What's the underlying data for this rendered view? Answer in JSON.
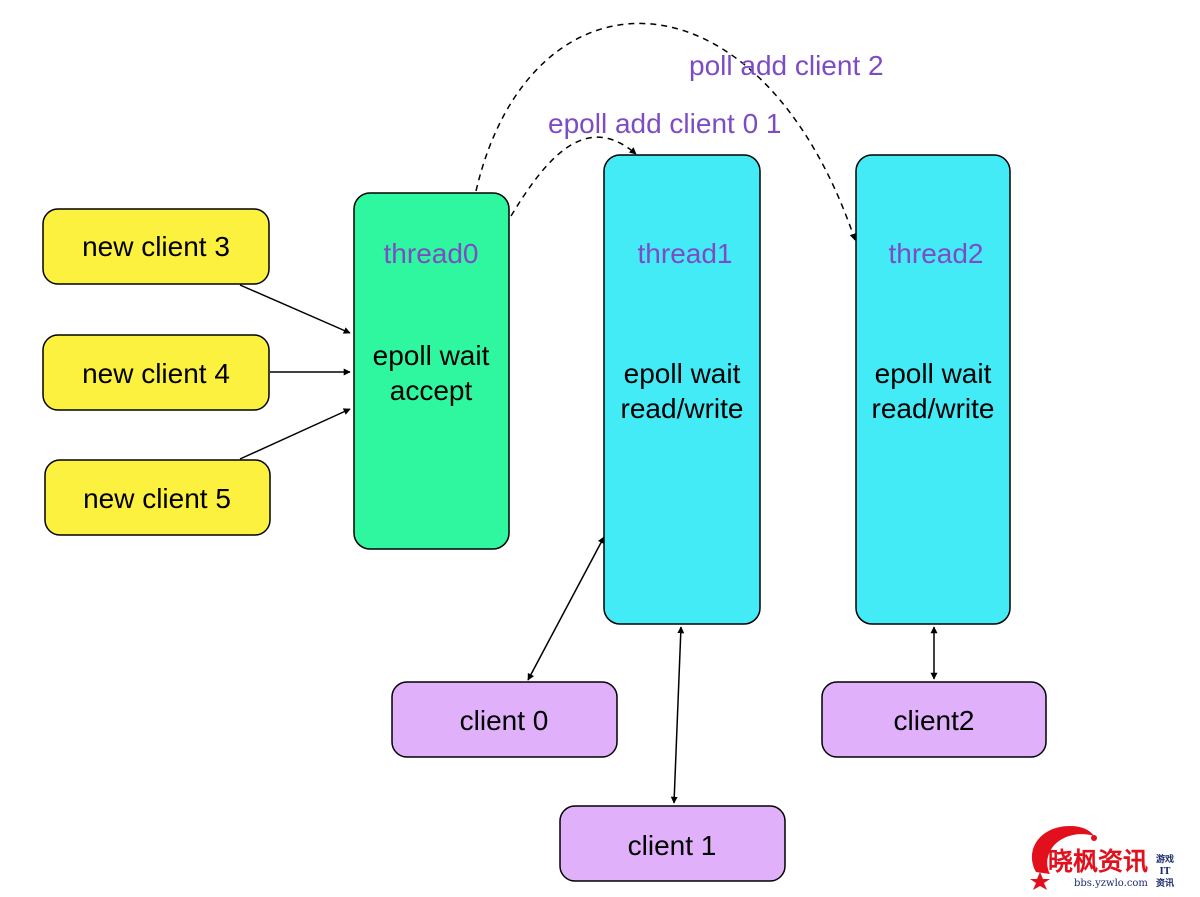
{
  "colors": {
    "new_client_fill": "#fdf13f",
    "accept_thread_fill": "#2ef7a0",
    "worker_thread_fill": "#43ebf7",
    "client_fill": "#e0b0fa",
    "thread_title_text": "#7d4cc4",
    "edge_label_text": "#7d4cc4",
    "stroke": "#000000",
    "watermark_red": "#e2101c",
    "watermark_navy": "#1b2a6b"
  },
  "new_clients": [
    {
      "id": "new-client-3",
      "label": "new client 3"
    },
    {
      "id": "new-client-4",
      "label": "new client 4"
    },
    {
      "id": "new-client-5",
      "label": "new client 5"
    }
  ],
  "threads": [
    {
      "id": "thread0",
      "title": "thread0",
      "line1": "epoll wait",
      "line2": "accept"
    },
    {
      "id": "thread1",
      "title": "thread1",
      "line1": "epoll wait",
      "line2": "read/write"
    },
    {
      "id": "thread2",
      "title": "thread2",
      "line1": "epoll wait",
      "line2": "read/write"
    }
  ],
  "clients": [
    {
      "id": "client-0",
      "label": "client 0"
    },
    {
      "id": "client-1",
      "label": "client 1"
    },
    {
      "id": "client-2",
      "label": "client2"
    }
  ],
  "edge_labels": {
    "epoll_add_client_0_1": "epoll add client 0 1",
    "poll_add_client_2": "poll add client 2"
  },
  "watermark": {
    "brand": "晓枫资讯",
    "url": "bbs.yzwlo.com",
    "side_line1": "游戏",
    "side_line2": "IT",
    "side_line3": "资讯"
  }
}
